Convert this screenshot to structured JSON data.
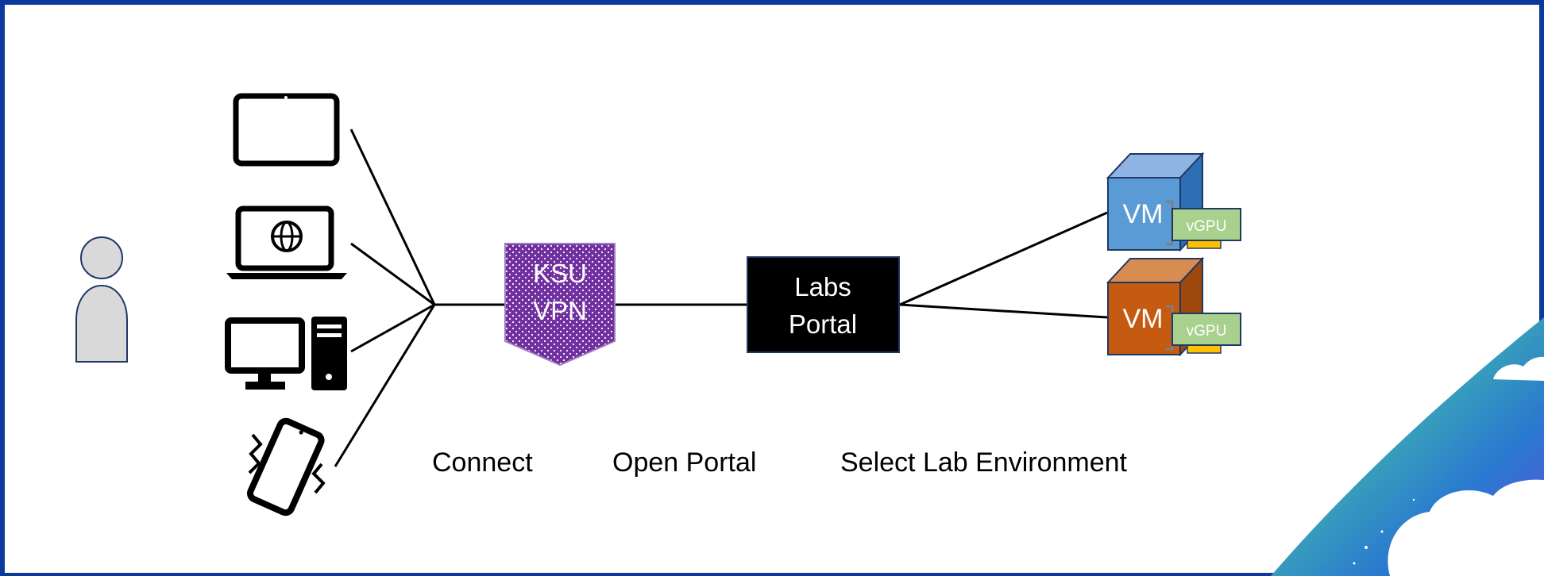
{
  "diagram": {
    "vpn": {
      "line1": "KSU",
      "line2": "VPN"
    },
    "portal": {
      "line1": "Labs",
      "line2": "Portal"
    },
    "vms": [
      {
        "label": "VM",
        "gpu_label": "vGPU",
        "color": "#5b9bd5"
      },
      {
        "label": "VM",
        "gpu_label": "vGPU",
        "color": "#c55a11"
      }
    ],
    "steps": [
      {
        "label": "Connect"
      },
      {
        "label": "Open Portal"
      },
      {
        "label": "Select Lab Environment"
      }
    ],
    "devices": [
      "tablet-icon",
      "laptop-icon",
      "desktop-icon",
      "phone-icon"
    ],
    "colors": {
      "border": "#0b3a9c",
      "vpn": "#7030a0",
      "portal": "#000000",
      "gpu": "#a9d18e",
      "gpu_connector": "#ffc000"
    }
  }
}
